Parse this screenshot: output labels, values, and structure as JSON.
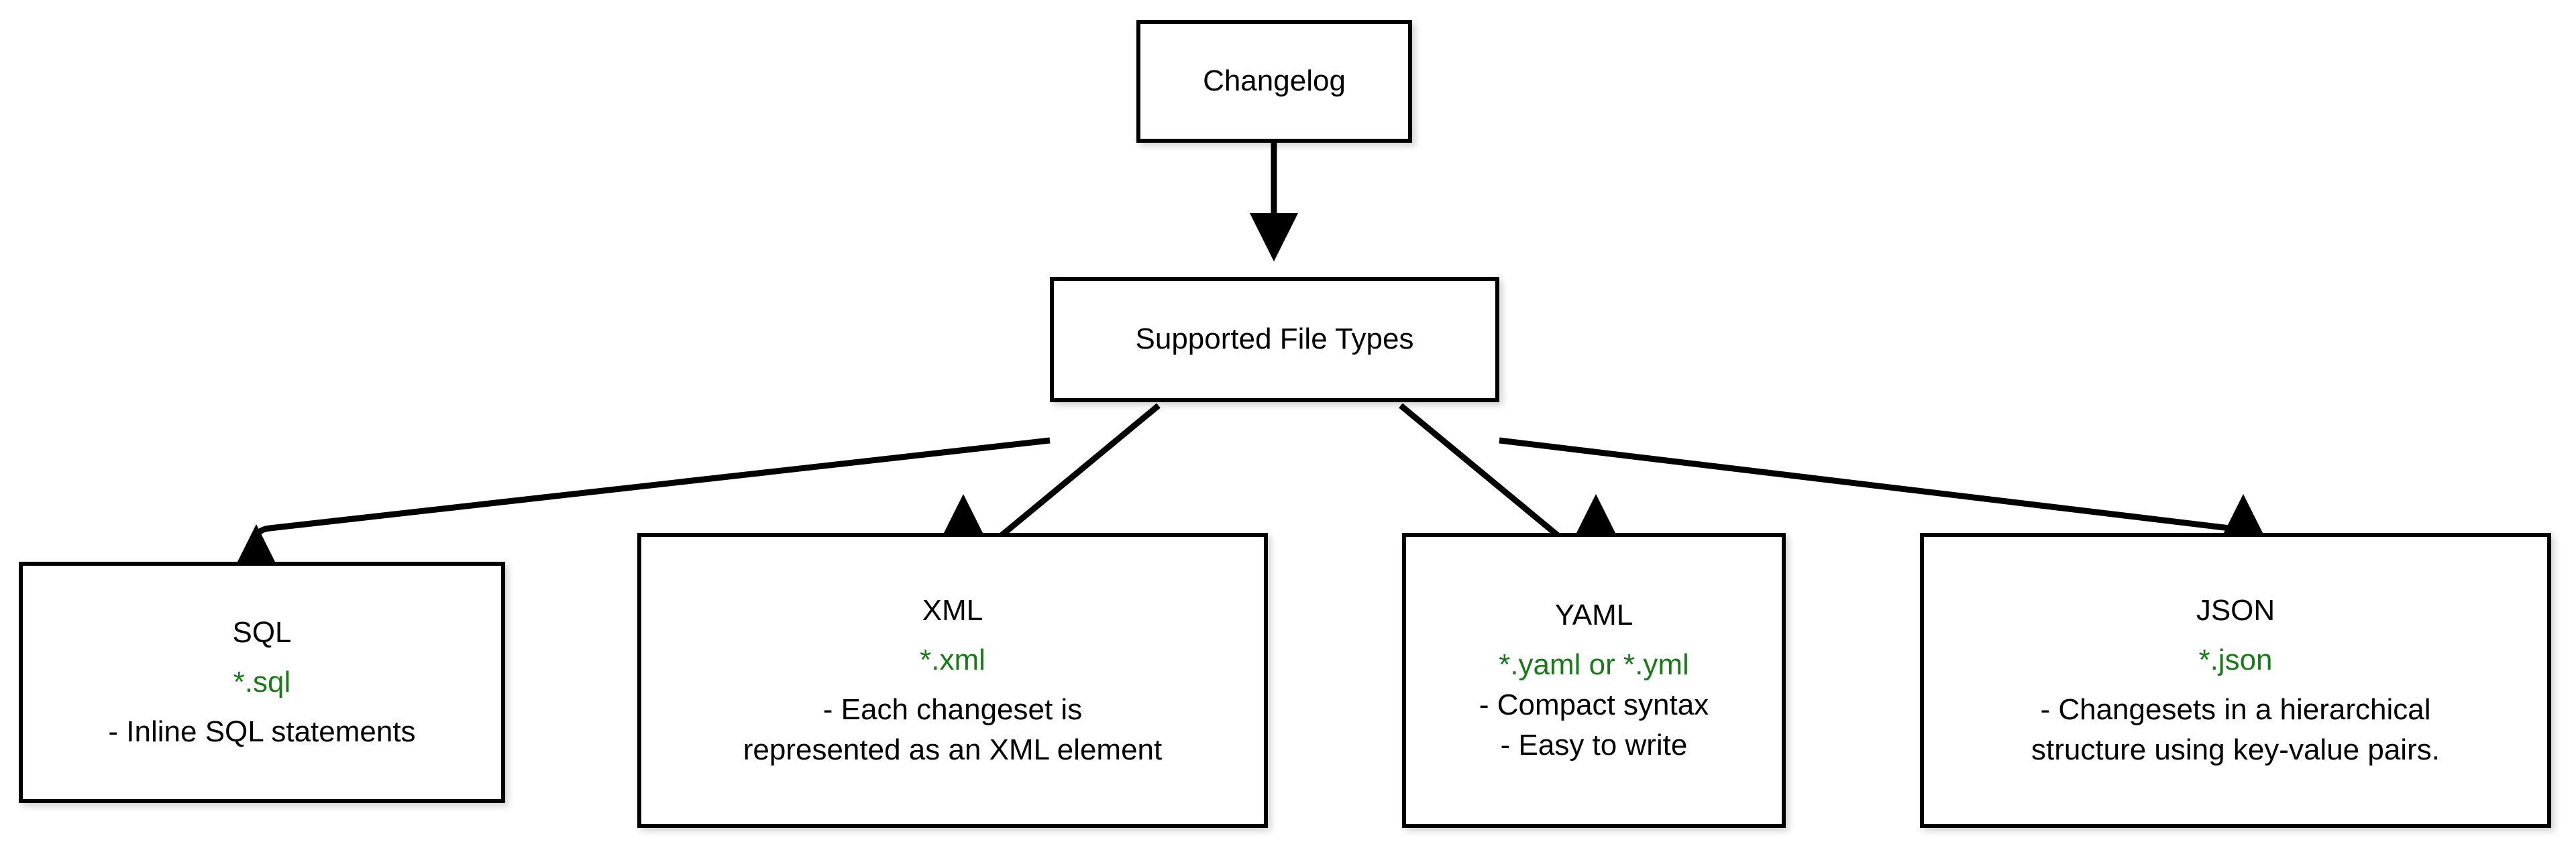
{
  "diagram": {
    "title": "Changelog Supported File Types",
    "colors": {
      "node_border": "#000000",
      "node_fill": "#ffffff",
      "edge": "#000000",
      "text": "#000000",
      "extension_text": "#1a7a1a",
      "background": "#ffffff"
    }
  },
  "nodes": {
    "changelog": {
      "label": "Changelog"
    },
    "supported": {
      "label": "Supported File Types"
    },
    "sql": {
      "title": "SQL",
      "extension": "*.sql",
      "desc_line_1": "- Inline SQL statements"
    },
    "xml": {
      "title": "XML",
      "extension": "*.xml",
      "desc_line_1": "- Each changeset is",
      "desc_line_2": "represented as an XML element"
    },
    "yaml": {
      "title": "YAML",
      "extension": "*.yaml or *.yml",
      "desc_line_1": "- Compact syntax",
      "desc_line_2": "- Easy to write"
    },
    "json": {
      "title": "JSON",
      "extension": "*.json",
      "desc_line_1": "- Changesets in a hierarchical",
      "desc_line_2": "structure using key-value pairs."
    }
  },
  "edges": [
    {
      "from": "changelog",
      "to": "supported"
    },
    {
      "from": "supported",
      "to": "sql"
    },
    {
      "from": "supported",
      "to": "xml"
    },
    {
      "from": "supported",
      "to": "yaml"
    },
    {
      "from": "supported",
      "to": "json"
    }
  ]
}
